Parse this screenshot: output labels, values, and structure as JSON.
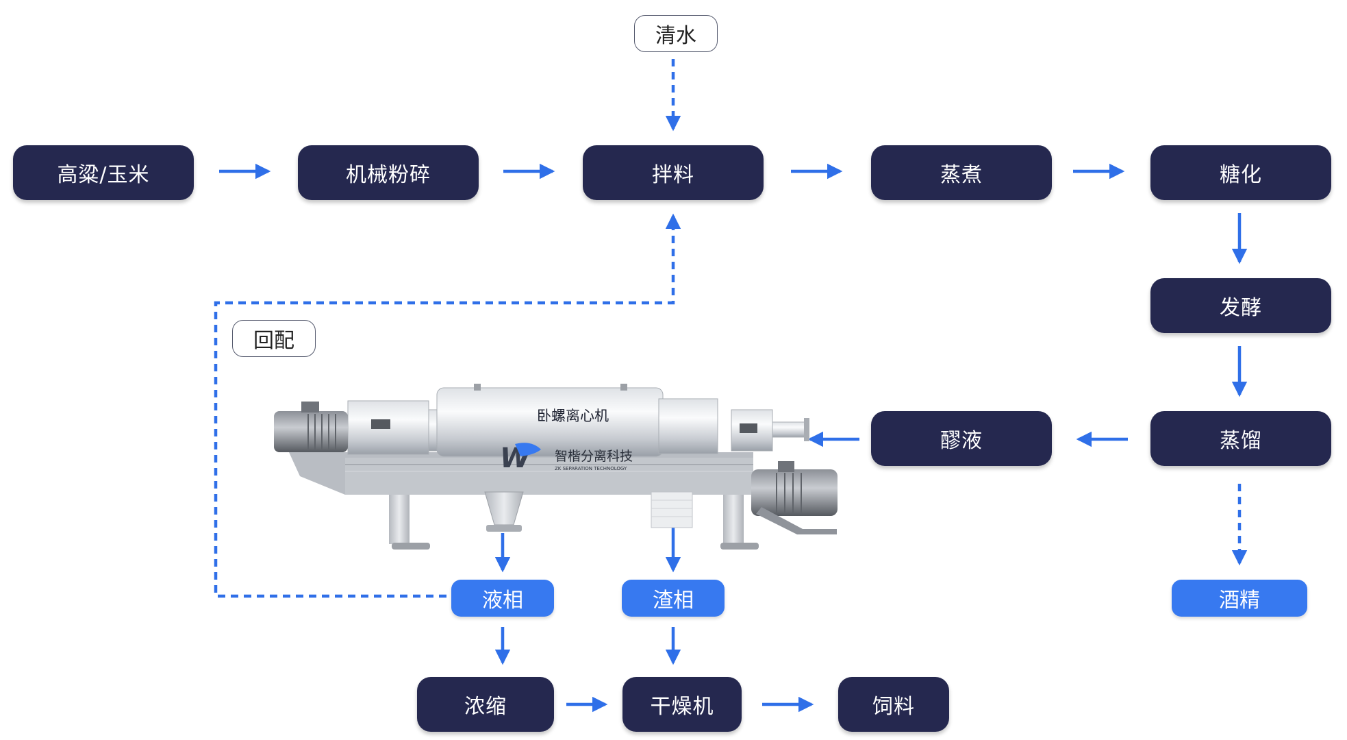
{
  "nodes": {
    "raw": "高粱/玉米",
    "crush": "机械粉碎",
    "mix": "拌料",
    "steam": "蒸煮",
    "sacch": "糖化",
    "ferment": "发酵",
    "distill": "蒸馏",
    "mash": "醪液",
    "liquid": "液相",
    "residue": "渣相",
    "alcohol": "酒精",
    "concentrate": "浓缩",
    "dryer": "干燥机",
    "feed": "饲料"
  },
  "tags": {
    "water": "清水",
    "recycle": "回配"
  },
  "machine": {
    "label": "卧螺离心机",
    "brand_logo": "W",
    "brand_name": "智楷分离科技",
    "brand_sub": "ZK SEPARATION TECHNOLOGY"
  },
  "colors": {
    "node": "#25284f",
    "pill": "#3779f0",
    "arrow": "#2f6fe8"
  }
}
